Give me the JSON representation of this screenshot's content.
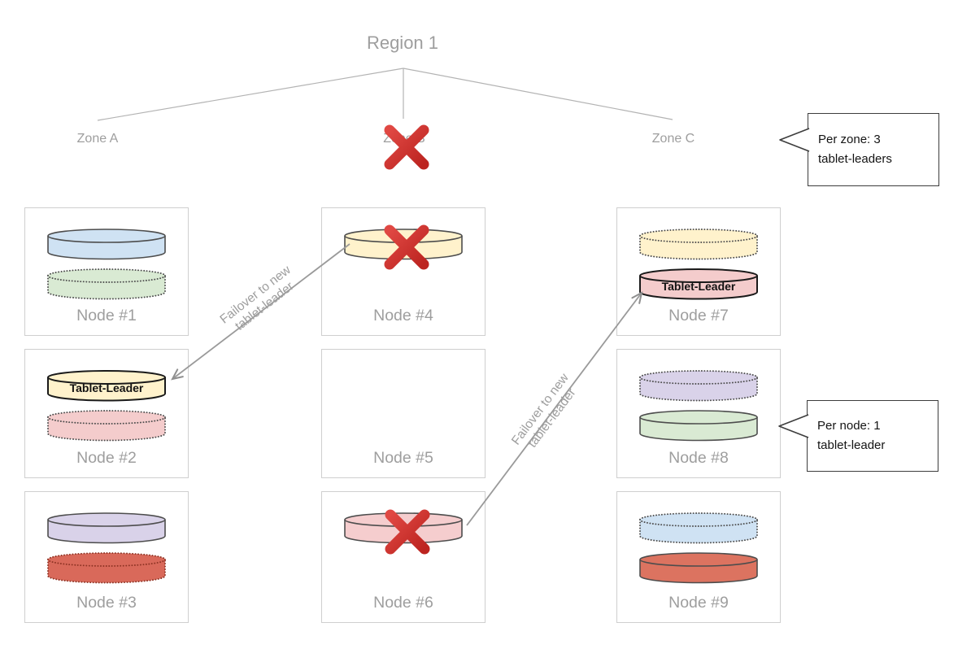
{
  "diagram": {
    "title": "Region 1",
    "zones": [
      {
        "label": "Zone A",
        "failed": false
      },
      {
        "label": "Zone B",
        "failed": true
      },
      {
        "label": "Zone C",
        "failed": false
      }
    ],
    "nodes": [
      {
        "label": "Node #1",
        "zone": "Zone A",
        "tablets": [
          {
            "shape": "solid",
            "fill": "#cfe2f3"
          },
          {
            "shape": "dotted",
            "fill": "#d9ead3"
          }
        ]
      },
      {
        "label": "Node #2",
        "zone": "Zone A",
        "tablets": [
          {
            "shape": "leader",
            "fill": "#fff2cc",
            "label": "Tablet-Leader"
          },
          {
            "shape": "dotted",
            "fill": "#f4cccc"
          }
        ]
      },
      {
        "label": "Node #3",
        "zone": "Zone A",
        "tablets": [
          {
            "shape": "solid",
            "fill": "#d9d2e9"
          },
          {
            "shape": "dotted",
            "fill": "#d9695a",
            "border": "#8f3425"
          }
        ]
      },
      {
        "label": "Node #4",
        "zone": "Zone B",
        "failed": true,
        "tablets": [
          {
            "shape": "solid",
            "fill": "#fff2cc",
            "failed": true
          }
        ]
      },
      {
        "label": "Node #5",
        "zone": "Zone B",
        "tablets": []
      },
      {
        "label": "Node #6",
        "zone": "Zone B",
        "failed": true,
        "tablets": [
          {
            "shape": "solid",
            "fill": "#f5cdce",
            "failed": true
          }
        ]
      },
      {
        "label": "Node #7",
        "zone": "Zone C",
        "tablets": [
          {
            "shape": "dotted",
            "fill": "#fff2cc"
          },
          {
            "shape": "leader",
            "fill": "#f4cccc",
            "label": "Tablet-Leader"
          }
        ]
      },
      {
        "label": "Node #8",
        "zone": "Zone C",
        "tablets": [
          {
            "shape": "dotted",
            "fill": "#d9d2e9"
          },
          {
            "shape": "solid",
            "fill": "#d9ead3"
          }
        ]
      },
      {
        "label": "Node #9",
        "zone": "Zone C",
        "tablets": [
          {
            "shape": "dotted",
            "fill": "#cfe2f3"
          },
          {
            "shape": "solid",
            "fill": "#dc7360"
          }
        ]
      }
    ],
    "failover_arrows": [
      {
        "label": "Failover to new tablet-leader",
        "from": "Node #4",
        "to": "Node #2"
      },
      {
        "label": "Failover to new tablet-leader",
        "from": "Node #6",
        "to": "Node #7"
      }
    ],
    "callouts": [
      {
        "lines": [
          "Per zone: 3",
          "tablet-leaders"
        ]
      },
      {
        "lines": [
          "Per node: 1",
          "tablet-leader"
        ]
      }
    ],
    "colors": {
      "failure_red": "#d2302c",
      "line_gray": "#b3b3b3",
      "label_gray": "#9e9e9e"
    }
  }
}
